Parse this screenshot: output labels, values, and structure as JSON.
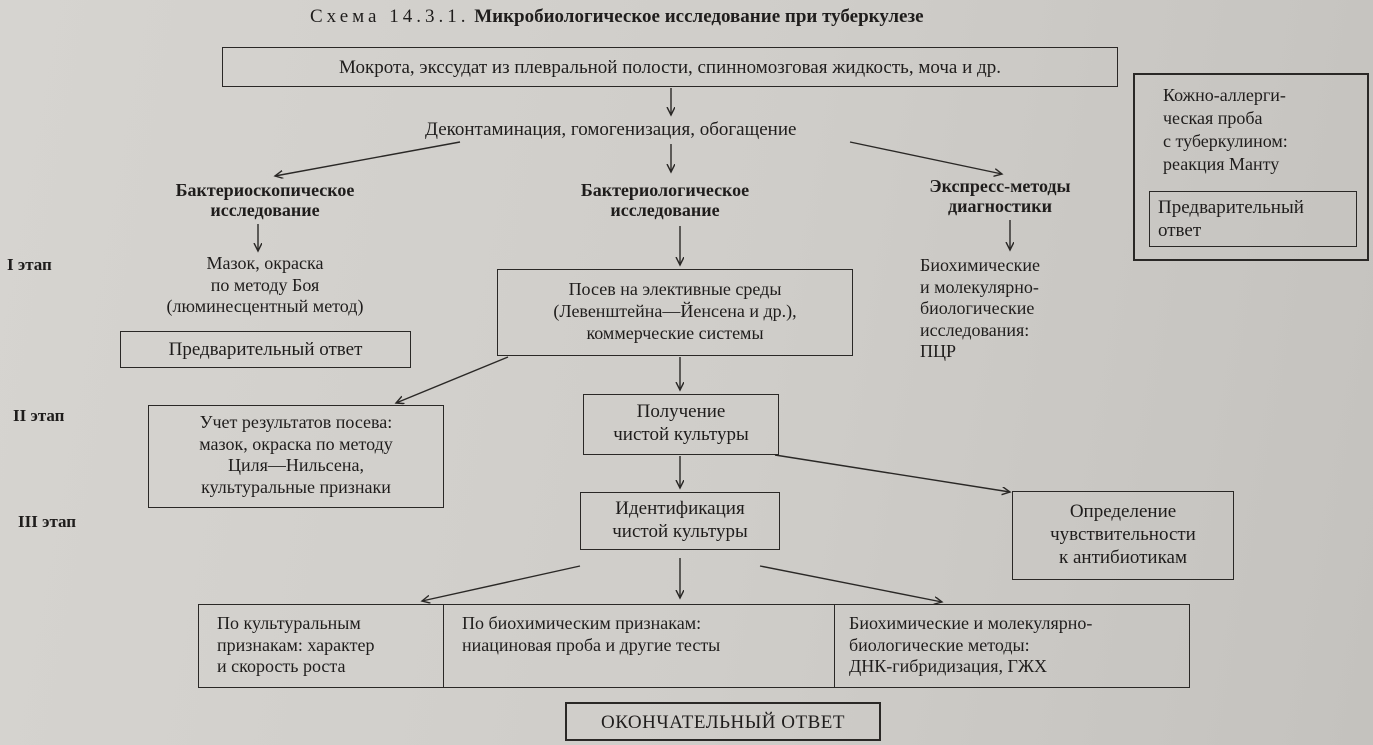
{
  "title": {
    "prefix": "Схема 14.3.1.",
    "text": "Микробиологическое исследование при туберкулезе"
  },
  "specimen": "Мокрота, экссудат из плевральной полости, спинномозговая жидкость, моча и др.",
  "prep": "Деконтаминация, гомогенизация, обогащение",
  "mantoux": {
    "lines": [
      "Кожно-аллерги-",
      "ческая проба",
      "с туберкулином:",
      "реакция Манту"
    ],
    "answer": [
      "Предварительный",
      "ответ"
    ]
  },
  "stages": {
    "s1": "I этап",
    "s2": "II этап",
    "s3": "III этап"
  },
  "branches": {
    "micro": {
      "title": [
        "Бактериоскопическое",
        "исследование"
      ],
      "lines": [
        "Мазок, окраска",
        "по методу Боя",
        "(люминесцентный метод)"
      ],
      "answer": "Предварительный ответ"
    },
    "bact": {
      "title": [
        "Бактериологическое",
        "исследование"
      ]
    },
    "express": {
      "title": [
        "Экспресс-методы",
        "диагностики"
      ],
      "lines": [
        "Биохимические",
        "и молекулярно-",
        "биологические",
        "исследования:",
        "ПЦР"
      ]
    }
  },
  "sowing": [
    "Посев на элективные среды",
    "(Левенштейна—Йенсена и др.),",
    "коммерческие системы"
  ],
  "results": [
    "Учет результатов посева:",
    "мазок, окраска по методу",
    "Циля—Нильсена,",
    "культуральные признаки"
  ],
  "pure_culture": [
    "Получение",
    "чистой культуры"
  ],
  "identification": [
    "Идентификация",
    "чистой культуры"
  ],
  "sensitivity": [
    "Определение",
    "чувствительности",
    "к антибиотикам"
  ],
  "by_culture": [
    "По культуральным",
    "признакам: характер",
    "и скорость роста"
  ],
  "by_biochem": [
    "По биохимическим признакам:",
    "ниациновая проба и другие тесты"
  ],
  "by_molecular": [
    "Биохимические и молекулярно-",
    "биологические методы:",
    "ДНК-гибридизация, ГЖХ"
  ],
  "final": "ОКОНЧАТЕЛЬНЫЙ ОТВЕТ"
}
